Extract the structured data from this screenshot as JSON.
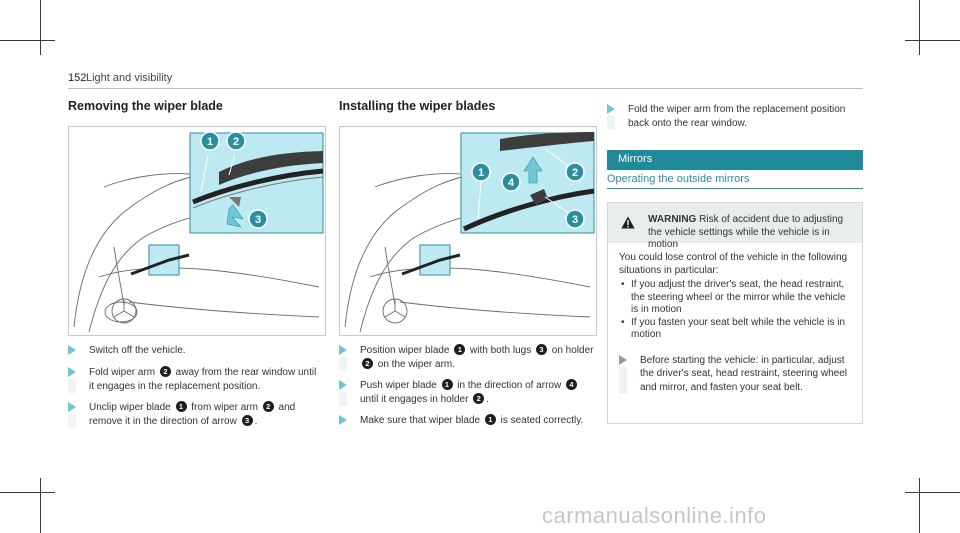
{
  "header": {
    "page_number": "152",
    "title": "Light and visibility"
  },
  "removing": {
    "heading": "Removing the wiper blade",
    "callouts": [
      "1",
      "2",
      "3"
    ],
    "steps": [
      {
        "parts": [
          "Switch off the vehicle.",
          "",
          "",
          "",
          ""
        ]
      },
      {
        "parts": [
          "Fold wiper arm ",
          "2",
          " away from the rear window until it engages in the replacement position.",
          "",
          ""
        ]
      },
      {
        "parts": [
          "Unclip wiper blade ",
          "1",
          " from wiper arm ",
          "2",
          " and remove it in the direction of arrow "
        ],
        "tail_num": "3",
        "tail": "."
      }
    ]
  },
  "installing": {
    "heading": "Installing the wiper blades",
    "callouts": [
      "1",
      "2",
      "3",
      "4"
    ],
    "steps": [
      {
        "p1": "Position wiper blade ",
        "n1": "1",
        "p2": " with both lugs ",
        "n2": "3",
        "p3": " on holder ",
        "n3": "2",
        "p4": " on the wiper arm."
      },
      {
        "p1": "Push wiper blade ",
        "n1": "1",
        "p2": " in the direction of arrow ",
        "n2": "4",
        "p3": " until it engages in holder ",
        "n3": "2",
        "p4": "."
      },
      {
        "p1": "Make sure that wiper blade ",
        "n1": "1",
        "p2": " is seated correctly."
      }
    ]
  },
  "fold_step": "Fold the wiper arm from the replacement position back onto the rear window.",
  "mirrors": {
    "section": "Mirrors",
    "subsection": "Operating the outside mirrors",
    "warning_label": "WARNING",
    "warning_text": " Risk of accident due to adjusting the vehicle settings while the vehicle is in motion",
    "body": "You could lose control of the vehicle in the following situations in particular:",
    "bullets": [
      "If you adjust the driver's seat, the head restraint, the steering wheel or the mirror while the vehicle is in motion",
      "If you fasten your seat belt while the vehicle is in motion"
    ],
    "step": "Before starting the vehicle: in particular, adjust the driver's seat, head restraint, steering wheel and mirror, and fasten your seat belt."
  },
  "watermark": "carmanualsonline.info",
  "colors": {
    "accent": "#1f8a99",
    "callout_fill": "#bde9f2",
    "arrow": "#6fc6d6"
  }
}
